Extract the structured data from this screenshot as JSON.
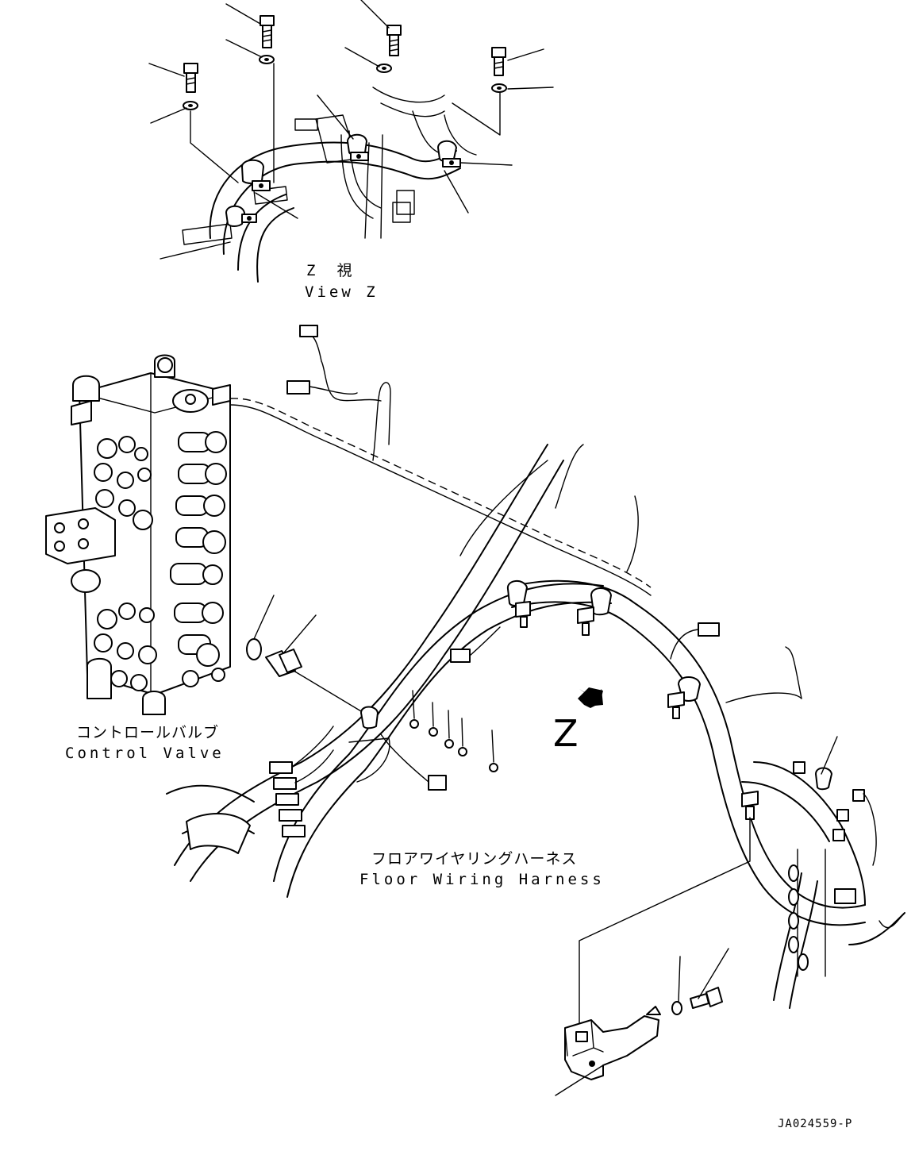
{
  "view_z": {
    "label_jp": "Z　視",
    "label_en": "View Z"
  },
  "control_valve": {
    "label_jp": "コントロールバルブ",
    "label_en": "Control Valve"
  },
  "floor_harness": {
    "label_jp": "フロアワイヤリングハーネス",
    "label_en": "Floor Wiring Harness"
  },
  "view_marker": {
    "letter": "Z"
  },
  "drawing_code": "JA024559-P"
}
